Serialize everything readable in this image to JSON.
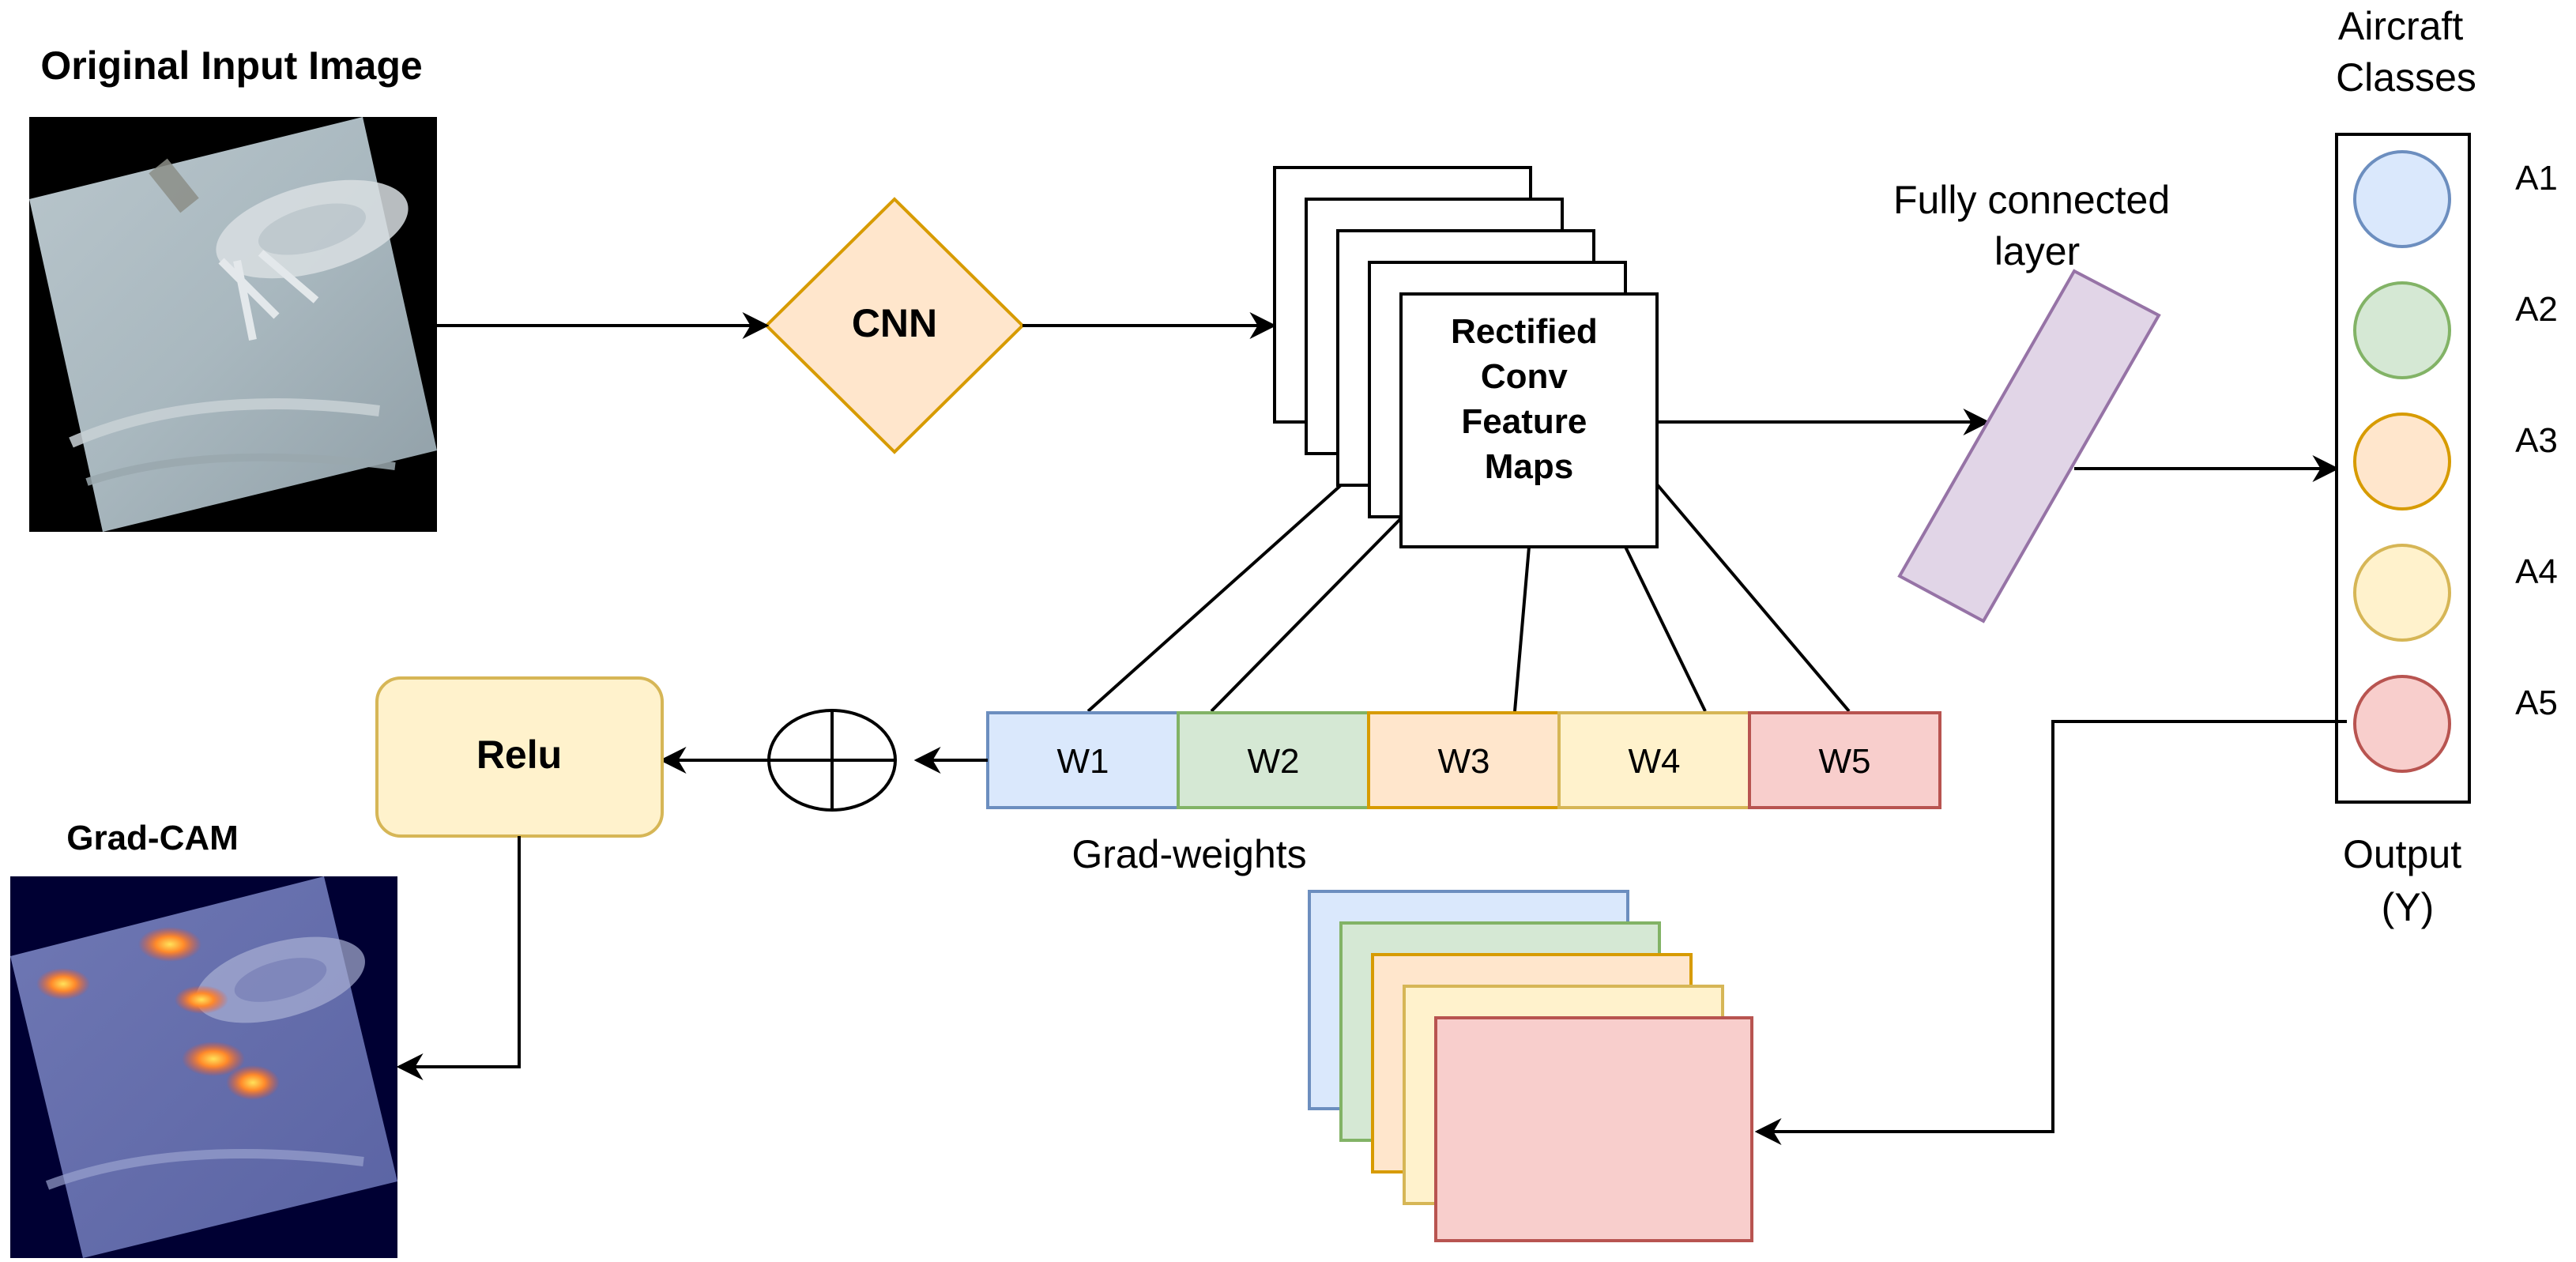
{
  "diagram": {
    "input_title": "Original Input Image",
    "gradcam_title": "Grad-CAM",
    "cnn_label": "CNN",
    "feature_maps_label": [
      "Rectified",
      "Conv",
      "Feature",
      "Maps"
    ],
    "fc_label": [
      "Fully connected",
      "layer"
    ],
    "classes_title": [
      "Aircraft",
      "Classes"
    ],
    "classes": [
      {
        "label": "A1",
        "fill": "#dae8fc",
        "stroke": "#6c8ebf"
      },
      {
        "label": "A2",
        "fill": "#d5e8d4",
        "stroke": "#82b366"
      },
      {
        "label": "A3",
        "fill": "#ffe6cc",
        "stroke": "#d79b00"
      },
      {
        "label": "A4",
        "fill": "#fff2cc",
        "stroke": "#d6b656"
      },
      {
        "label": "A5",
        "fill": "#f8cecc",
        "stroke": "#b85450"
      }
    ],
    "output_label": [
      "Output",
      "(Y)"
    ],
    "weights": [
      {
        "label": "W1",
        "fill": "#dae8fc",
        "stroke": "#6c8ebf"
      },
      {
        "label": "W2",
        "fill": "#d5e8d4",
        "stroke": "#82b366"
      },
      {
        "label": "W3",
        "fill": "#ffe6cc",
        "stroke": "#d79b00"
      },
      {
        "label": "W4",
        "fill": "#fff2cc",
        "stroke": "#d6b656"
      },
      {
        "label": "W5",
        "fill": "#f8cecc",
        "stroke": "#b85450"
      }
    ],
    "weights_caption": "Grad-weights",
    "relu_label": "Relu",
    "colors": {
      "cnn_fill": "#ffe6cc",
      "cnn_stroke": "#d79b00",
      "fc_fill": "#e1d5e7",
      "fc_stroke": "#9673a6",
      "relu_fill": "#fff2cc",
      "relu_stroke": "#d6b656"
    }
  }
}
